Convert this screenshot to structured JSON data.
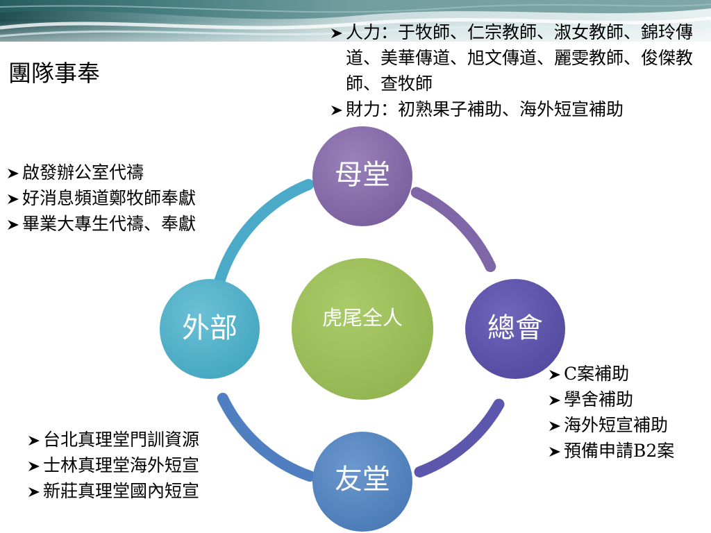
{
  "slide": {
    "title": "團隊事奉"
  },
  "diagram": {
    "center_label": "虎尾全人",
    "nodes": {
      "mother": {
        "label": "母堂",
        "color": "#8064a2"
      },
      "general": {
        "label": "總會",
        "color": "#5b52a8"
      },
      "friend": {
        "label": "友堂",
        "color": "#4f81bd"
      },
      "external": {
        "label": "外部",
        "color": "#4bacc6"
      },
      "center": {
        "color": "#9bbb59"
      }
    }
  },
  "bullet_blocks": {
    "top": [
      "人力：于牧師、仁宗教師、淑女教師、錦玲傳道、美華傳道、旭文傳道、麗雯教師、俊傑教師、查牧師",
      "財力：初熟果子補助、海外短宣補助"
    ],
    "left": [
      "啟發辦公室代禱",
      "好消息頻道鄭牧師奉獻",
      "畢業大專生代禱、奉獻"
    ],
    "right": [
      "C案補助",
      "學舍補助",
      "海外短宣補助",
      "預備申請B2案"
    ],
    "bottom": [
      "台北真理堂門訓資源",
      "士林真理堂海外短宣",
      "新莊真理堂國內短宣"
    ]
  },
  "icons": {
    "bullet": "arrowhead-bullet-icon",
    "banner": "teal-wave-banner"
  }
}
